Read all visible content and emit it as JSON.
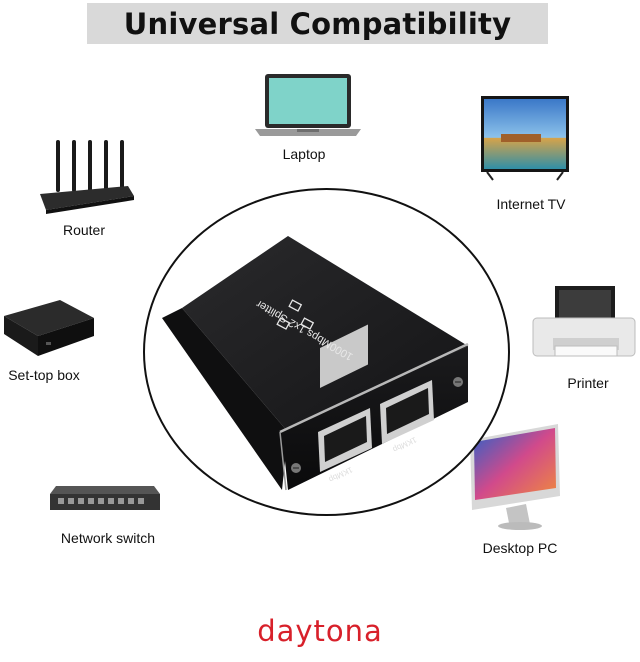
{
  "banner": {
    "title": "Universal Compatibility"
  },
  "devices": {
    "laptop": "Laptop",
    "internet_tv": "Internet TV",
    "router": "Router",
    "set_top_box": "Set-top box",
    "printer": "Printer",
    "network_switch": "Network switch",
    "desktop_pc": "Desktop PC"
  },
  "product": {
    "top_text": "1000Mbps 1x2 Splitter",
    "port_left_label": "1KMbp",
    "port_right_label": "1KMbp"
  },
  "brand": {
    "logo_text": "daytona"
  },
  "colors": {
    "banner_bg": "#d9d9d9",
    "brand_red": "#d8202a",
    "device_body": "#1c1c1e"
  }
}
